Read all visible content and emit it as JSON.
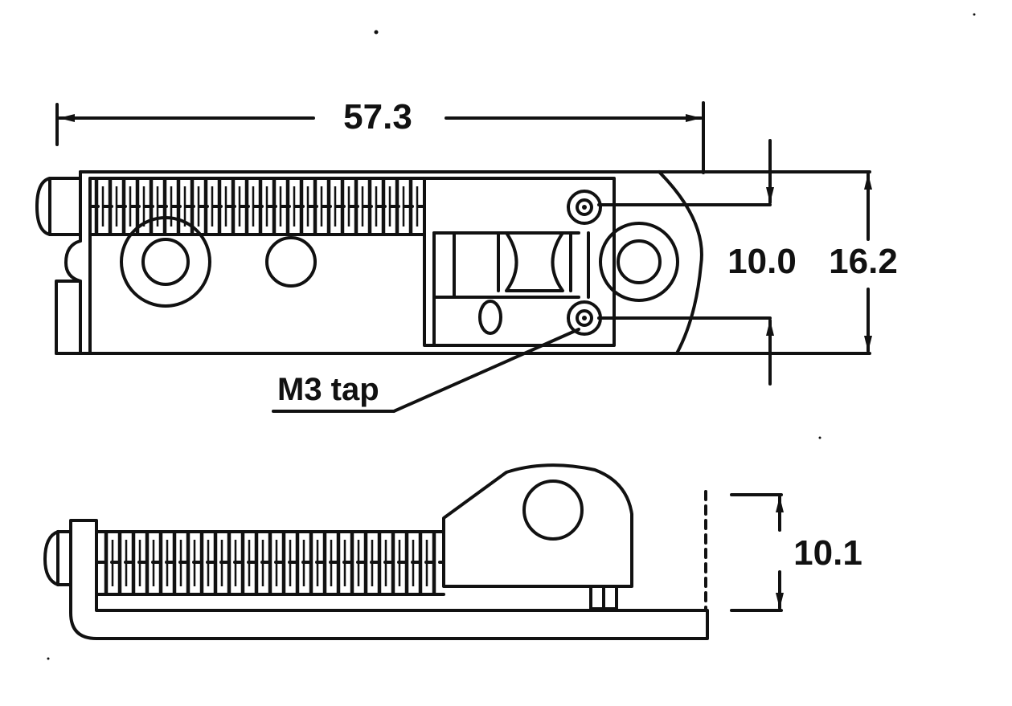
{
  "dimensions": {
    "overall_length": "57.3",
    "inner_height": "10.0",
    "outer_height": "16.2",
    "side_height": "10.1"
  },
  "callouts": {
    "tap_label": "M3 tap"
  },
  "colors": {
    "ink": "#111111",
    "background": "#ffffff"
  }
}
